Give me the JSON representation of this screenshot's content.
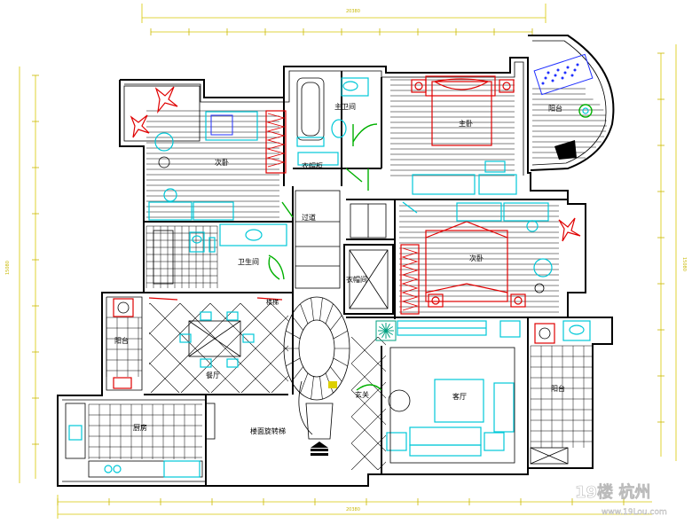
{
  "rooms": {
    "secondary_bedroom_nw": "次卧",
    "bathroom_north": "主卫间",
    "master_bedroom": "主卧",
    "balcony_ne": "阳台",
    "walk_in_closet": "衣帽柜",
    "hallway": "过道",
    "secondary_bedroom_center": "次卧",
    "bathroom_west": "卫生间",
    "cloakroom": "衣帽间",
    "balcony_west": "阳台",
    "dining_room": "餐厅",
    "entry_foyer": "玄关",
    "living_room": "客厅",
    "balcony_se": "阳台",
    "kitchen": "厨房",
    "staircase_note": "楼面旋转梯",
    "landing_mark": "楼梯"
  },
  "watermark": {
    "logo": "19楼 杭州",
    "url": "www.19Lou.com"
  },
  "colors": {
    "wall": "#000000",
    "furniture": "#00c8d8",
    "bed": "#e00000",
    "door": "#00b000",
    "dimension": "#d8c800"
  }
}
